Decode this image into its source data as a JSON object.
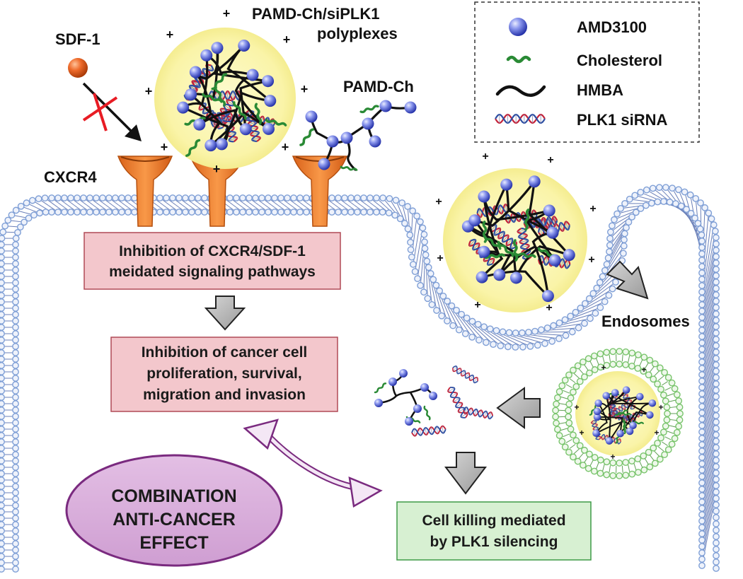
{
  "labels": {
    "sdf1": "SDF-1",
    "polyplexes_line1": "PAMD-Ch/siPLK1",
    "polyplexes_line2": "polyplexes",
    "pamd_ch": "PAMD-Ch",
    "cxcr4": "CXCR4",
    "endosomes": "Endosomes",
    "plus": "+"
  },
  "legend": {
    "items": [
      {
        "label": "AMD3100",
        "icon": "amd3100-sphere-icon"
      },
      {
        "label": "Cholesterol",
        "icon": "cholesterol-squiggle-icon"
      },
      {
        "label": "HMBA",
        "icon": "hmba-chain-icon"
      },
      {
        "label": "PLK1 siRNA",
        "icon": "sirna-helix-icon"
      }
    ]
  },
  "boxes": {
    "inhibition_signaling": {
      "line1": "Inhibition of CXCR4/SDF-1",
      "line2": "meidated signaling pathways"
    },
    "inhibition_cancer": {
      "line1": "Inhibition of cancer cell",
      "line2": "proliferation, survival,",
      "line3": "migration and invasion"
    },
    "cell_killing": {
      "line1": "Cell killing mediated",
      "line2": "by PLK1 silencing"
    },
    "combination": {
      "line1": "COMBINATION",
      "line2": "ANTI-CANCER",
      "line3": "EFFECT"
    }
  },
  "colors": {
    "membrane_head": "#7f9fd6",
    "endosome_head": "#79c46c",
    "receptor": "#f07f2a",
    "sdf1": "#e8551d",
    "amd3100": "#5566dd",
    "cholesterol": "#2a8a35",
    "hmba": "#111111",
    "sirna_red": "#c4233a",
    "sirna_blue": "#2d4fa3",
    "polyplex_fill": "#fbf8b4",
    "pink_box": "#f3c7cc",
    "pink_box_border": "#b04a57",
    "green_box": "#d7f0d2",
    "green_box_border": "#3e9a47",
    "combination_fill": "#dcb1dd",
    "combination_border": "#7a2a7f",
    "arrow_fill": "#bfbfbf",
    "inhibit_cross": "#e81c24"
  }
}
